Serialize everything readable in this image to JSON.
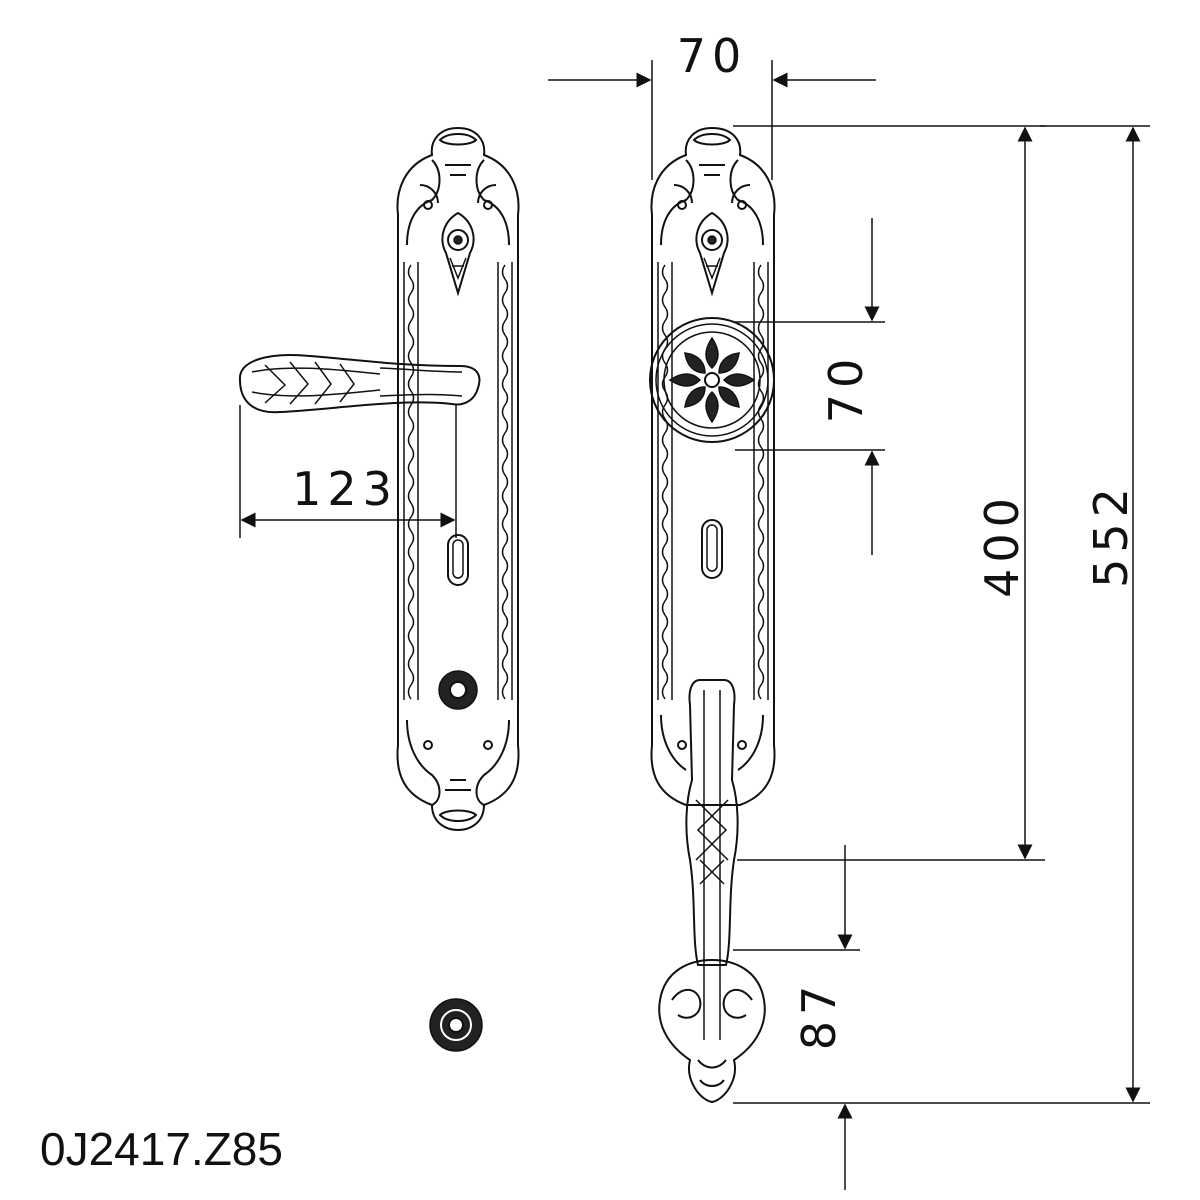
{
  "model_code": "0J2417.Z85",
  "dimensions": {
    "plate_width": "70",
    "knob_diameter": "70",
    "lever_projection": "123",
    "plate_height": "400",
    "overall_height": "552",
    "pull_handle_offset": "87"
  }
}
